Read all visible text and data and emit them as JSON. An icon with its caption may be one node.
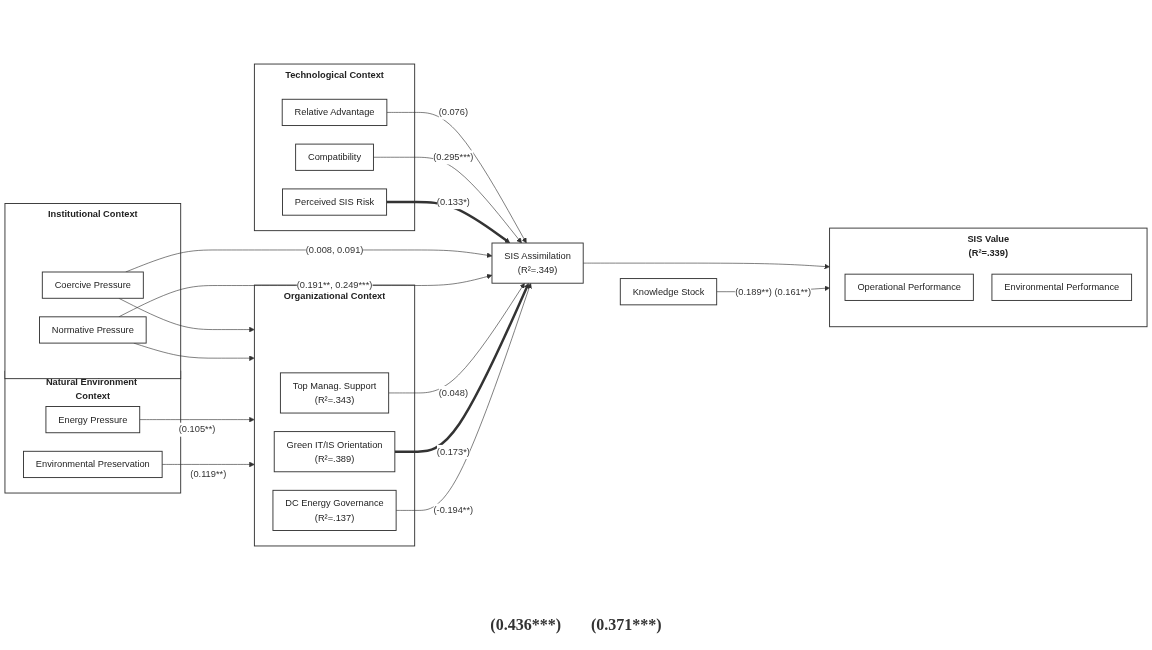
{
  "diagram": {
    "nodes": [
      {
        "text": [
          "Technological Context"
        ]
      },
      {
        "text": [
          "Relative Advantage"
        ],
        "in": 0
      },
      {
        "text": [
          "Compatibility"
        ],
        "in": 0
      },
      {
        "text": [
          "Perceived SIS Risk"
        ],
        "in": 0
      },
      {
        "text": [
          "Institutional Context"
        ]
      },
      {
        "text": [
          "Coercive Pressure"
        ],
        "in": 4
      },
      {
        "text": [
          "Normative Pressure"
        ],
        "in": 4
      },
      {
        "text": [
          "Natural Environment Context"
        ]
      },
      {
        "text": [
          "Energy Pressure"
        ],
        "in": 7
      },
      {
        "text": [
          "Environmental Preservation"
        ],
        "in": 7
      },
      {
        "text": [
          "Organizational Context"
        ]
      },
      {
        "text": [
          "Top Manag. Support",
          "(R²=.343)"
        ],
        "in": 10
      },
      {
        "text": [
          "Green IT/IS Orientation",
          "(R²=.389)"
        ],
        "in": 10
      },
      {
        "text": [
          "DC Energy Governance",
          "(R²=.137)"
        ],
        "in": 10
      },
      {
        "text": [
          "SIS Assimilation",
          "(R²=.349)"
        ]
      },
      {
        "text": [
          "Knowledge Stock"
        ]
      },
      {
        "text": [
          "SIS Value",
          "(R²=.339)"
        ]
      },
      {
        "text": [
          "Operational Performance"
        ],
        "in": 16
      },
      {
        "text": [
          "Environmental Performance"
        ],
        "in": 16
      }
    ],
    "edges": [
      {
        "from": 1,
        "to": 14,
        "arrow": "to",
        "label": "(0.076)"
      },
      {
        "from": 2,
        "to": 14,
        "arrow": "to",
        "label": "(0.295***)"
      },
      {
        "from": 3,
        "to": 14,
        "arrow": "to",
        "label": "(0.133*)",
        "style": "thick"
      },
      {
        "from": 5,
        "to": 14,
        "arrow": "to",
        "label": "(0.008, 0.091)"
      },
      {
        "from": 5,
        "to": 10,
        "arrow": "to"
      },
      {
        "from": 6,
        "to": 14,
        "arrow": "to",
        "label": "(0.191**, 0.249***)"
      },
      {
        "from": 6,
        "to": 10,
        "arrow": "to"
      },
      {
        "from": 8,
        "to": 10,
        "arrow": "to",
        "label": "(0.105**)"
      },
      {
        "from": 9,
        "to": 10,
        "arrow": "to",
        "label": "(0.119**)"
      },
      {
        "from": 11,
        "to": 14,
        "arrow": "to",
        "label": "(0.048)"
      },
      {
        "from": 12,
        "to": 14,
        "arrow": "to",
        "label": "(0.173*)",
        "style": "thick"
      },
      {
        "from": 13,
        "to": 14,
        "arrow": "to",
        "label": "(-0.194**)"
      },
      {
        "from": 14,
        "to": 16,
        "arrow": "to"
      },
      {
        "from": 15,
        "to": 16,
        "arrow": "to",
        "label": "(0.189**) (0.161**)"
      }
    ],
    "labels": [
      "(0.436***)",
      "(0.371***)"
    ]
  }
}
